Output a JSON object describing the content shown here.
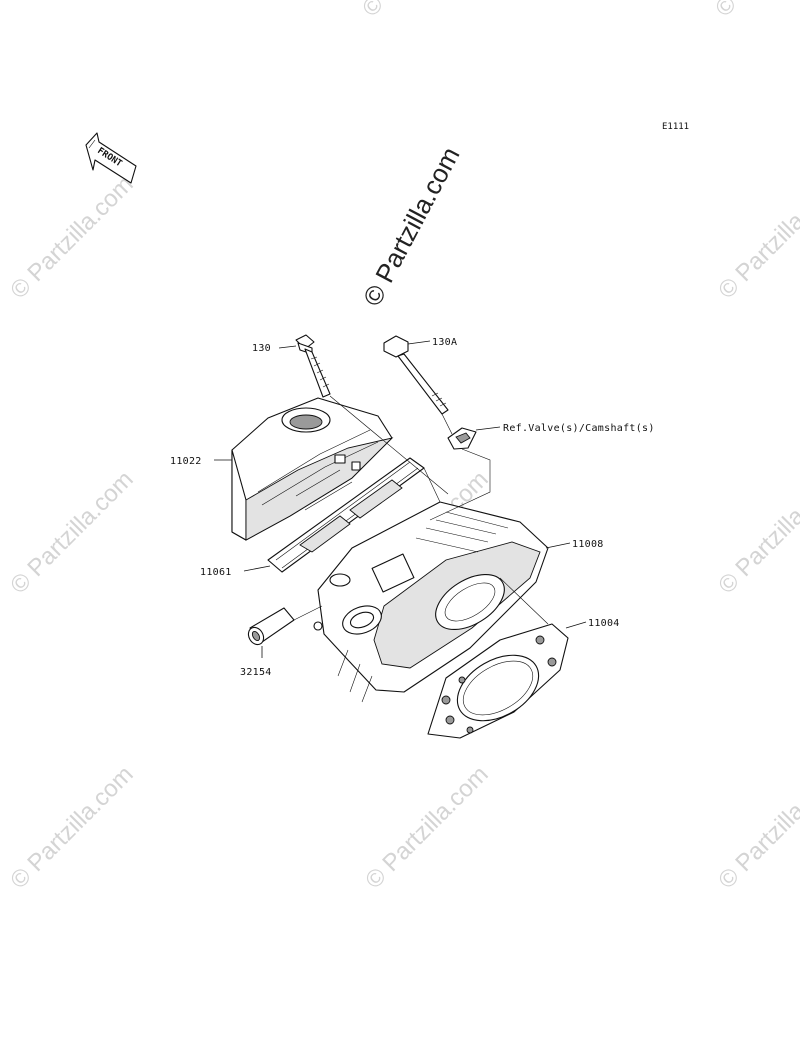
{
  "diagram": {
    "code": "E1111",
    "front_label": "FRONT",
    "callouts": [
      {
        "id": "130",
        "label": "130"
      },
      {
        "id": "130A",
        "label": "130A"
      },
      {
        "id": "ref",
        "label": "Ref.Valve(s)/Camshaft(s)"
      },
      {
        "id": "11022",
        "label": "11022"
      },
      {
        "id": "11008",
        "label": "11008"
      },
      {
        "id": "11061",
        "label": "11061"
      },
      {
        "id": "11004",
        "label": "11004"
      },
      {
        "id": "32154",
        "label": "32154"
      }
    ]
  },
  "watermark": {
    "text": "Partzilla.com",
    "symbol": "©"
  },
  "colors": {
    "line": "#111111",
    "watermark_light": "#d4d4d4",
    "watermark_dark": "#222222"
  }
}
